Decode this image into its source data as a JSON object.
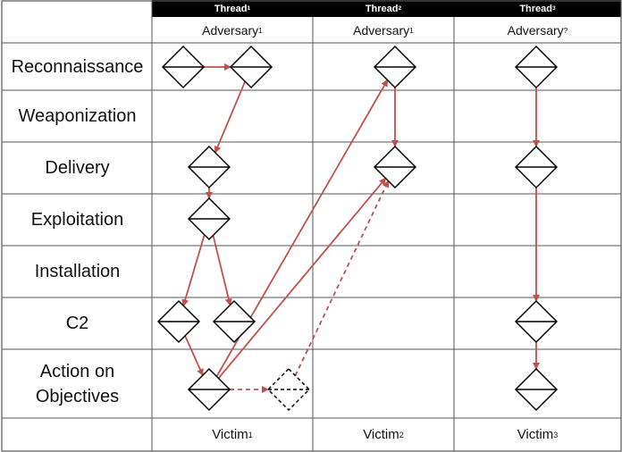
{
  "threads": [
    {
      "name": "Thread",
      "sub": "1",
      "adversary": "Adversary",
      "adversary_sub": "1",
      "victim": "Victim",
      "victim_sub": "1"
    },
    {
      "name": "Thread",
      "sub": "2",
      "adversary": "Adversary",
      "adversary_sub": "1",
      "victim": "Victim",
      "victim_sub": "2"
    },
    {
      "name": "Thread",
      "sub": "3",
      "adversary": "Adversary",
      "adversary_sub": "?",
      "victim": "Victim",
      "victim_sub": "3"
    }
  ],
  "phases": [
    {
      "line1": "Reconnaissance",
      "line2": ""
    },
    {
      "line1": "Weaponization",
      "line2": ""
    },
    {
      "line1": "Delivery",
      "line2": ""
    },
    {
      "line1": "Exploitation",
      "line2": ""
    },
    {
      "line1": "Installation",
      "line2": ""
    },
    {
      "line1": "C2",
      "line2": ""
    },
    {
      "line1": "Action on",
      "line2": "Objectives"
    }
  ],
  "colors": {
    "header_bg": "#000000",
    "grid": "#555555",
    "arrow": "#c0504d",
    "node": "#000000"
  },
  "diagram": {
    "nodes": [
      {
        "id": "t1-recon-a",
        "thread": 1,
        "phase": "Reconnaissance",
        "style": "solid"
      },
      {
        "id": "t1-recon-b",
        "thread": 1,
        "phase": "Reconnaissance",
        "style": "solid"
      },
      {
        "id": "t1-delivery",
        "thread": 1,
        "phase": "Delivery",
        "style": "solid"
      },
      {
        "id": "t1-exploit",
        "thread": 1,
        "phase": "Exploitation",
        "style": "solid"
      },
      {
        "id": "t1-c2-a",
        "thread": 1,
        "phase": "C2",
        "style": "solid"
      },
      {
        "id": "t1-c2-b",
        "thread": 1,
        "phase": "C2",
        "style": "solid"
      },
      {
        "id": "t1-action",
        "thread": 1,
        "phase": "Action on Objectives",
        "style": "solid"
      },
      {
        "id": "t1-action-hyp",
        "thread": 1,
        "phase": "Action on Objectives",
        "style": "dashed"
      },
      {
        "id": "t2-recon",
        "thread": 2,
        "phase": "Reconnaissance",
        "style": "solid"
      },
      {
        "id": "t2-delivery",
        "thread": 2,
        "phase": "Delivery",
        "style": "solid"
      },
      {
        "id": "t3-recon",
        "thread": 3,
        "phase": "Reconnaissance",
        "style": "solid"
      },
      {
        "id": "t3-delivery",
        "thread": 3,
        "phase": "Delivery",
        "style": "solid"
      },
      {
        "id": "t3-c2",
        "thread": 3,
        "phase": "C2",
        "style": "solid"
      },
      {
        "id": "t3-action",
        "thread": 3,
        "phase": "Action on Objectives",
        "style": "solid"
      }
    ],
    "edges": [
      {
        "from": "t1-recon-a",
        "to": "t1-recon-b",
        "style": "solid"
      },
      {
        "from": "t1-recon-b",
        "to": "t1-delivery",
        "style": "solid"
      },
      {
        "from": "t1-delivery",
        "to": "t1-exploit",
        "style": "solid"
      },
      {
        "from": "t1-exploit",
        "to": "t1-c2-a",
        "style": "solid"
      },
      {
        "from": "t1-exploit",
        "to": "t1-c2-b",
        "style": "solid"
      },
      {
        "from": "t1-c2-a",
        "to": "t1-action",
        "style": "solid"
      },
      {
        "from": "t1-action",
        "to": "t1-action-hyp",
        "style": "dashed"
      },
      {
        "from": "t1-action",
        "to": "t2-recon",
        "style": "solid"
      },
      {
        "from": "t1-action",
        "to": "t2-delivery",
        "style": "solid"
      },
      {
        "from": "t1-action-hyp",
        "to": "t2-delivery",
        "style": "dashed"
      },
      {
        "from": "t2-recon",
        "to": "t2-delivery",
        "style": "solid"
      },
      {
        "from": "t3-recon",
        "to": "t3-delivery",
        "style": "solid"
      },
      {
        "from": "t3-delivery",
        "to": "t3-c2",
        "style": "solid"
      },
      {
        "from": "t3-c2",
        "to": "t3-action",
        "style": "solid"
      }
    ]
  }
}
